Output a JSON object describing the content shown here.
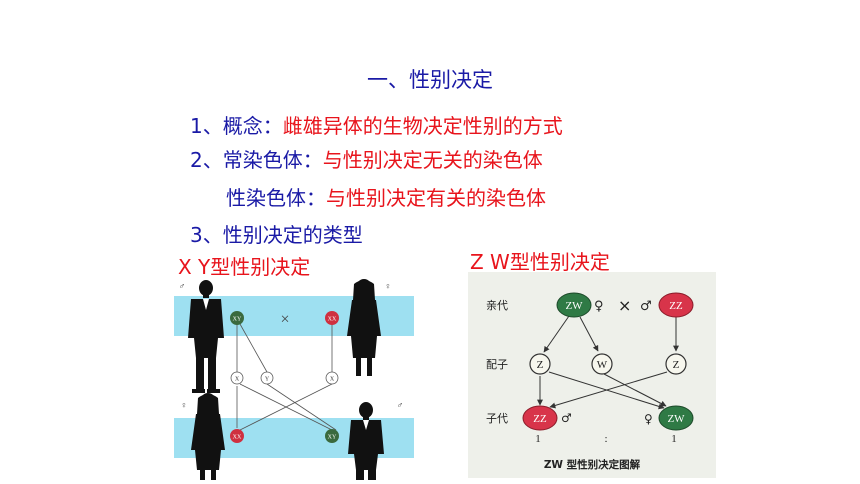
{
  "slide": {
    "title": "一、性别决定",
    "line1": {
      "label": "1、概念：",
      "value": "雌雄异体的生物决定性别的方式"
    },
    "line2": {
      "label": "2、常染色体：",
      "value": "与性别决定无关的染色体"
    },
    "line3": {
      "label": "性染色体：",
      "value": "与性别决定有关的染色体"
    },
    "line4": {
      "label": "3、性别决定的类型"
    },
    "xy_heading": "X Y型性别决定",
    "zw_heading": "Z W型性别决定"
  },
  "xy_diagram": {
    "male_symbol": "♂",
    "female_symbol": "♀",
    "cross": "×",
    "parent_male_chrom": "XY",
    "parent_female_chrom": "XX",
    "gamete_1": "X",
    "gamete_2": "Y",
    "gamete_3": "X",
    "child_female_chrom": "XX",
    "child_male_chrom": "XY",
    "colors": {
      "band": "#9ee0f1",
      "green": "#3a6a3e",
      "red": "#cf3040"
    }
  },
  "zw_diagram": {
    "row_parents": "亲代",
    "row_gametes": "配子",
    "row_offspring": "子代",
    "parent_female": "ZW",
    "parent_male": "ZZ",
    "female_symbol": "♀",
    "male_symbol": "♂",
    "cross": "×",
    "gamete_1": "Z",
    "gamete_2": "W",
    "gamete_3": "Z",
    "offspring_male": "ZZ",
    "offspring_female": "ZW",
    "ratio_left": "1",
    "ratio_sep": ":",
    "ratio_right": "1",
    "caption": "ZW 型性别决定图解",
    "colors": {
      "green": "#2f7a45",
      "red": "#d8344a",
      "panel": "#eef0ea"
    }
  }
}
